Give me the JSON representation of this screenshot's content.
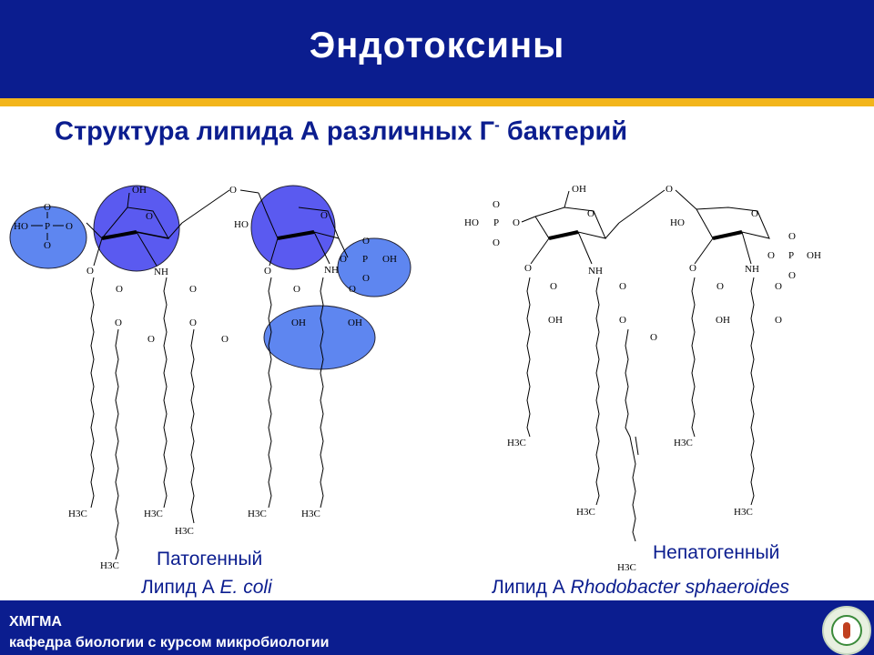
{
  "header": {
    "title": "Эндотоксины"
  },
  "subtitle": {
    "text": "Структура липида А различных Г",
    "superscript": "-",
    "text_after": " бактерий"
  },
  "figure": {
    "left_structure": {
      "caption_line1": "Патогенный",
      "caption_line2_prefix": "Липид А ",
      "caption_line2_italic": "E. coli",
      "highlight_color": "#5e86f0",
      "labels": {
        "oh": "OH",
        "o": "O",
        "ho": "HO",
        "p": "P",
        "nh": "NH",
        "h3c": "H3C"
      }
    },
    "right_structure": {
      "caption_line1": "Непатогенный",
      "caption_line2_prefix": "Липид А ",
      "caption_line2_italic": "Rhodobacter sphaeroides"
    }
  },
  "footer": {
    "org": "ХМГМА",
    "department": "кафедра биологии с курсом микробиологии",
    "logo_icon": "university-emblem-icon"
  }
}
